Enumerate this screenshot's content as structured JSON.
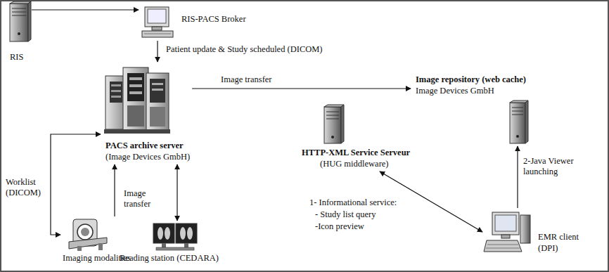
{
  "diagram": {
    "nodes": [
      {
        "text": [
          "RIS"
        ]
      },
      {
        "text": [
          "RIS-PACS Broker"
        ]
      },
      {
        "text": [
          "PACS archive server",
          "(Image Devices GmbH)"
        ]
      },
      {
        "text": [
          "Image repository (web cache)",
          "Image Devices GmbH"
        ]
      },
      {
        "text": [
          "HTTP-XML Service Serveur",
          "(HUG middleware)"
        ]
      },
      {
        "text": [
          "Imaging modalities"
        ]
      },
      {
        "text": [
          "Reading station (CEDARA)"
        ]
      },
      {
        "text": [
          "EMR client",
          "(DPI)"
        ]
      }
    ],
    "edges": [
      {
        "from": 0,
        "to": 1,
        "arrow": "to"
      },
      {
        "from": 1,
        "to": 2,
        "arrow": "to",
        "label": "Patient update & Study scheduled (DICOM)"
      },
      {
        "from": 2,
        "to": 3,
        "arrow": "to",
        "label": "Image transfer"
      },
      {
        "from": 2,
        "to": 5,
        "arrow": "both",
        "label": "Worklist (DICOM)"
      },
      {
        "from": 5,
        "to": 2,
        "arrow": "to",
        "label": "Image transfer"
      },
      {
        "from": 2,
        "to": 6,
        "arrow": "both"
      },
      {
        "from": 4,
        "to": 7,
        "arrow": "both"
      },
      {
        "from": 7,
        "to": 3,
        "arrow": "to",
        "label": "2-Java Viewer launching"
      }
    ],
    "labels": [
      "1- Informational service:",
      "- Study list query",
      "-Icon preview"
    ]
  }
}
